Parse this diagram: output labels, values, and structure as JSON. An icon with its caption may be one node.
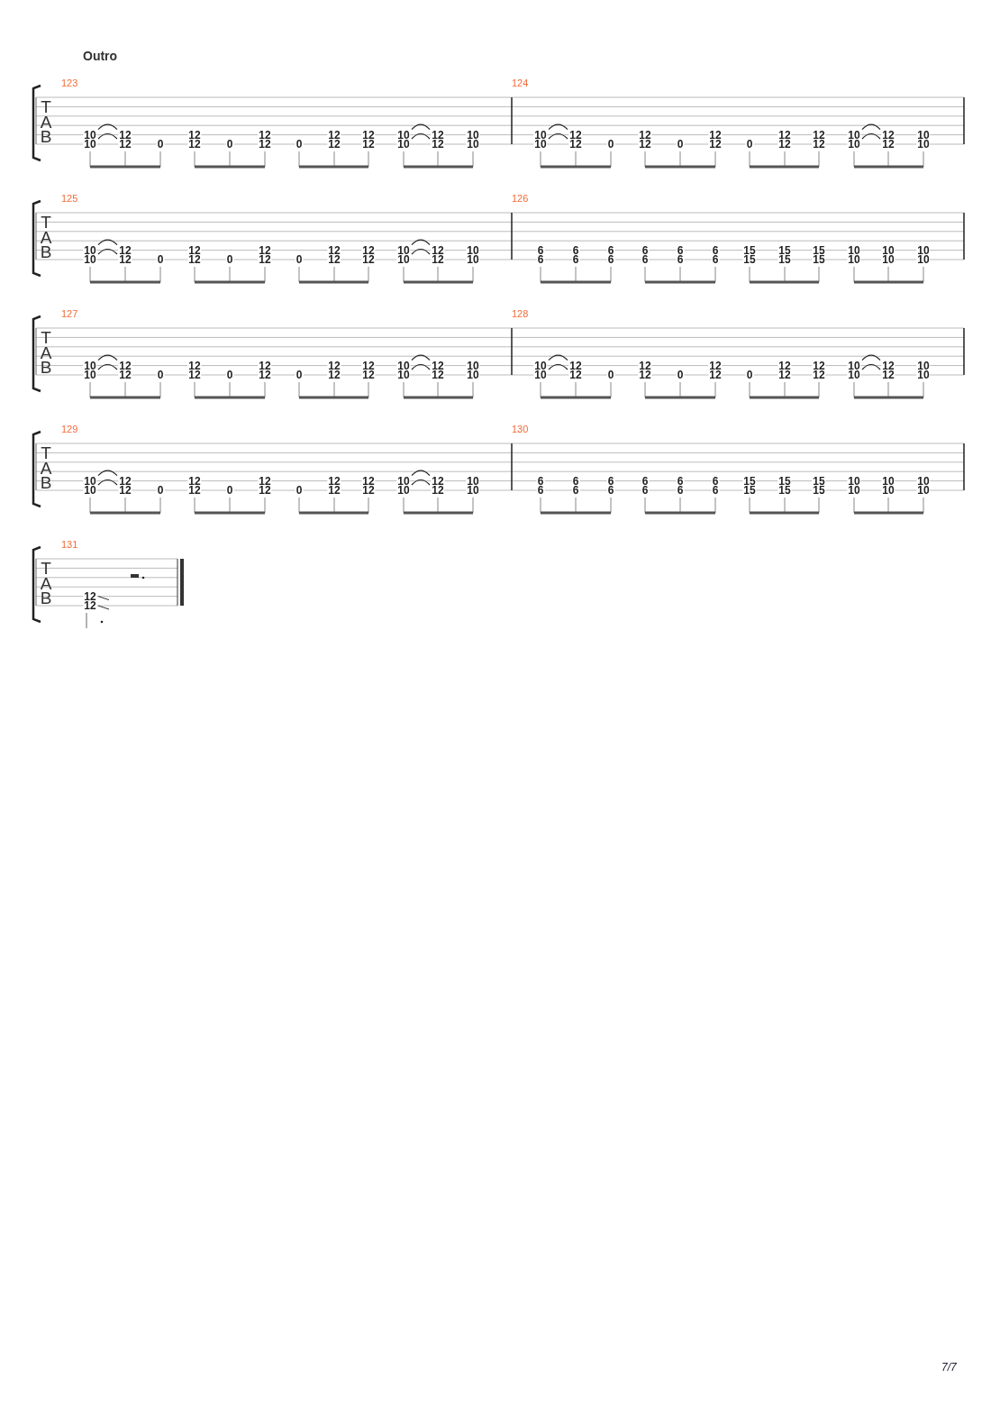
{
  "diagram": {
    "title": "Outro",
    "labels": [
      "123",
      "T",
      "A",
      "B",
      "10",
      "10",
      "12",
      "12",
      "0",
      "12",
      "12",
      "0",
      "12",
      "12",
      "0",
      "12",
      "12",
      "12",
      "12",
      "10",
      "10",
      "12",
      "12",
      "10",
      "10",
      "124",
      "10",
      "10",
      "12",
      "12",
      "0",
      "12",
      "12",
      "0",
      "12",
      "12",
      "0",
      "12",
      "12",
      "12",
      "12",
      "10",
      "10",
      "12",
      "12",
      "10",
      "10",
      "125",
      "T",
      "A",
      "B",
      "10",
      "10",
      "12",
      "12",
      "0",
      "12",
      "12",
      "0",
      "12",
      "12",
      "0",
      "12",
      "12",
      "12",
      "12",
      "10",
      "10",
      "12",
      "12",
      "10",
      "10",
      "126",
      "6",
      "6",
      "6",
      "6",
      "6",
      "6",
      "6",
      "6",
      "6",
      "6",
      "6",
      "6",
      "15",
      "15",
      "15",
      "15",
      "15",
      "15",
      "10",
      "10",
      "10",
      "10",
      "10",
      "10",
      "127",
      "T",
      "A",
      "B",
      "10",
      "10",
      "12",
      "12",
      "0",
      "12",
      "12",
      "0",
      "12",
      "12",
      "0",
      "12",
      "12",
      "12",
      "12",
      "10",
      "10",
      "12",
      "12",
      "10",
      "10",
      "128",
      "10",
      "10",
      "12",
      "12",
      "0",
      "12",
      "12",
      "0",
      "12",
      "12",
      "0",
      "12",
      "12",
      "12",
      "12",
      "10",
      "10",
      "12",
      "12",
      "10",
      "10",
      "129",
      "T",
      "A",
      "B",
      "10",
      "10",
      "12",
      "12",
      "0",
      "12",
      "12",
      "0",
      "12",
      "12",
      "0",
      "12",
      "12",
      "12",
      "12",
      "10",
      "10",
      "12",
      "12",
      "10",
      "10",
      "130",
      "6",
      "6",
      "6",
      "6",
      "6",
      "6",
      "6",
      "6",
      "6",
      "6",
      "6",
      "6",
      "15",
      "15",
      "15",
      "15",
      "15",
      "15",
      "10",
      "10",
      "10",
      "10",
      "10",
      "10",
      "131",
      "T",
      "A",
      "B",
      "12",
      "12",
      "7/7"
    ]
  }
}
